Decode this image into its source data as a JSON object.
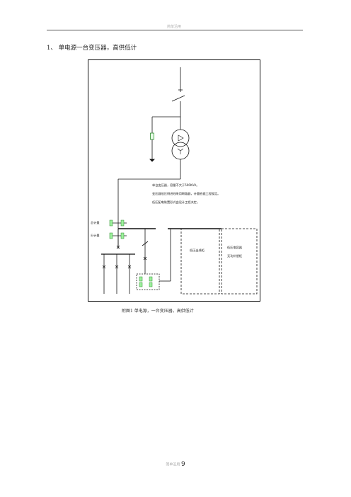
{
  "header": {
    "text": "简单沿用"
  },
  "section": {
    "heading": "1、 单电源一台变压器，高供低计"
  },
  "diagram": {
    "notes": [
      "单台变压器，容量不大于500KVA。",
      "变压器低压侧进线采用断路器，计量依据工程规定。",
      "低压配电装置形式由设计工程决定。"
    ],
    "labels": {
      "main_meter": "总计量",
      "sub_meter": "分计量",
      "lv_cabinet": "低压出线柜",
      "capacitor_line1": "低压电容器",
      "capacitor_line2": "无功补偿柜"
    }
  },
  "caption": {
    "text": "附图1 单电源，一台变压器，高供低计"
  },
  "footer": {
    "prefix": "简单沿用",
    "page": "9"
  }
}
